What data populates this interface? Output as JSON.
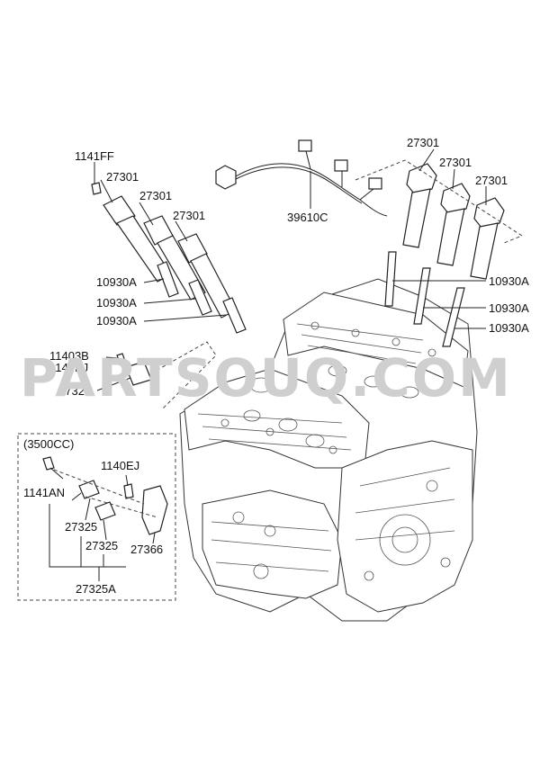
{
  "watermark": "PARTSOUQ.COM",
  "labels": {
    "l1141ff": "1141FF",
    "l27301_a": "27301",
    "l27301_b": "27301",
    "l27301_c": "27301",
    "l39610c": "39610C",
    "l27301_d": "27301",
    "l27301_e": "27301",
    "l27301_f": "27301",
    "l10930a_1": "10930A",
    "l10930a_2": "10930A",
    "l10930a_3": "10930A",
    "l10930a_4": "10930A",
    "l10930a_5": "10930A",
    "l10930a_6": "10930A",
    "l11403b": "11403B",
    "l1140ej": "1140EJ",
    "l27325": "27325",
    "inset_title": "(3500CC)",
    "l1140ej_inset": "1140EJ",
    "l1141an": "1141AN",
    "l27325_inset1": "27325",
    "l27325_inset2": "27325",
    "l27366": "27366",
    "l27325a": "27325A"
  }
}
